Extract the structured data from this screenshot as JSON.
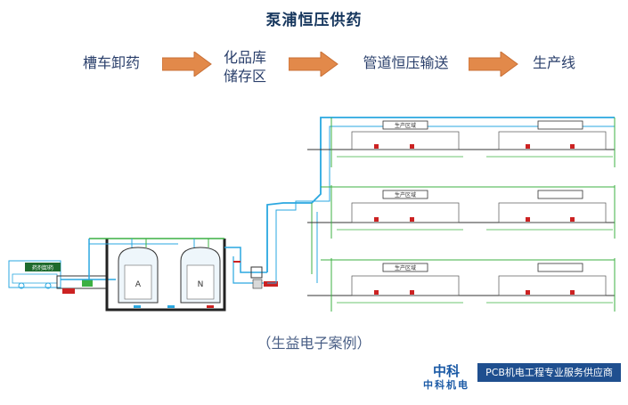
{
  "title": "泵浦恒压供药",
  "flow": {
    "step1": "槽车卸药",
    "step2_line1": "化品库",
    "step2_line2": "储存区",
    "step3": "管道恒压输送",
    "step4": "生产线"
  },
  "schematic": {
    "screen_label": "药剂卸药",
    "production_area_label": "生产区域",
    "tank_a_label": "A",
    "tank_b_label": "N"
  },
  "caption": "（生益电子案例）",
  "brand": {
    "logo": "中科",
    "logo_sub": "中科机电",
    "tagline": "PCB机电工程专业服务供应商"
  },
  "colors": {
    "arrow_fill": "#e2894a",
    "pipe_blue": "#2aa7e0",
    "pipe_green": "#3cb043",
    "line_dark": "#333333"
  }
}
